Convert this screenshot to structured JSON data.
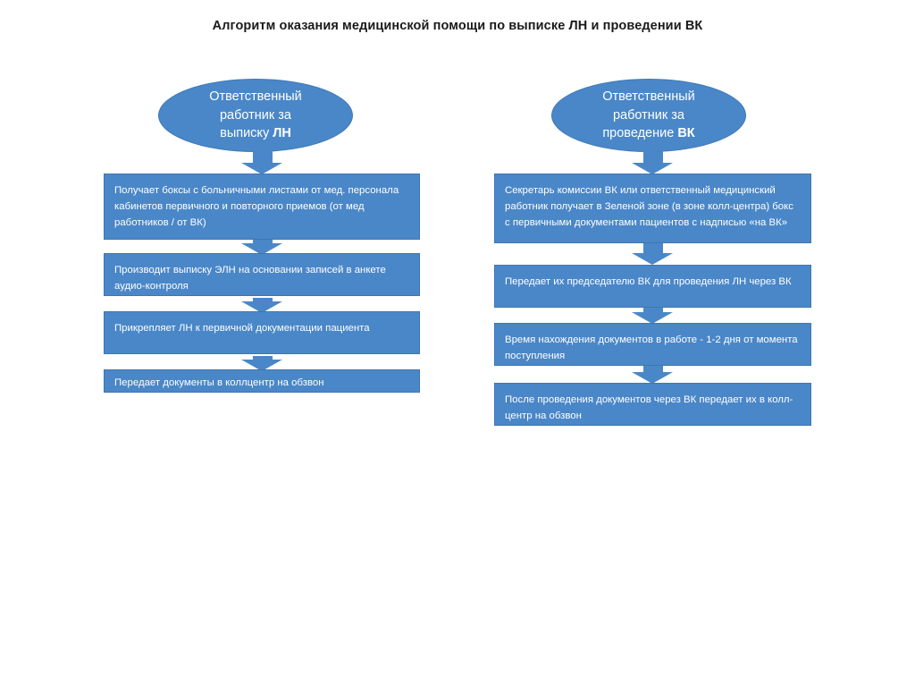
{
  "slide": {
    "title": "Алгоритм оказания медицинской помощи по выписке ЛН и проведении ВК",
    "background_color": "#FFFFFF"
  },
  "theme": {
    "node_fill": "#4A87C8",
    "node_border": "#4076B0",
    "node_text": "#FFFFFF",
    "title_text": "#1A1A1A",
    "arrow_color": "#4A87C8"
  },
  "diagram": {
    "type": "flowchart",
    "orientation": "two parallel vertical lanes",
    "lanes": [
      {
        "id": "lane-left",
        "start_node": {
          "shape": "ellipse",
          "text_plain": "Ответственный работник за выписку ЛН",
          "line1": "Ответственный",
          "line2": "работник за",
          "line3_prefix": "выписку ",
          "line3_bold": "ЛН"
        },
        "steps": [
          {
            "index": 1,
            "shape": "rectangle",
            "text": "Получает боксы с больничными листами от мед. персонала кабинетов первичного и повторного приемов (от мед работников / от ВК)"
          },
          {
            "index": 2,
            "shape": "rectangle",
            "text": "Производит выписку ЭЛН на основании записей в анкете аудио-контроля"
          },
          {
            "index": 3,
            "shape": "rectangle",
            "text": "Прикрепляет ЛН к первичной документации пациента"
          },
          {
            "index": 4,
            "shape": "rectangle",
            "text": "Передает документы в коллцентр на обзвон"
          }
        ]
      },
      {
        "id": "lane-right",
        "start_node": {
          "shape": "ellipse",
          "text_plain": "Ответственный работник за проведение ВК",
          "line1": "Ответственный",
          "line2": "работник за",
          "line3_prefix": "проведение ",
          "line3_bold": "ВК"
        },
        "steps": [
          {
            "index": 1,
            "shape": "rectangle",
            "text": "Секретарь комиссии ВК или ответственный медицинский работник получает в Зеленой зоне (в зоне колл-центра) бокс с первичными документами пациентов с надписью «на ВК»"
          },
          {
            "index": 2,
            "shape": "rectangle",
            "text": "Передает их председателю ВК для проведения ЛН через ВК"
          },
          {
            "index": 3,
            "shape": "rectangle",
            "text": "Время нахождения документов в работе - 1-2 дня от момента поступления"
          },
          {
            "index": 4,
            "shape": "rectangle",
            "text": "После проведения документов через ВК передает их в колл-центр на обзвон"
          }
        ]
      }
    ],
    "connectors": [
      {
        "id": "arrow-left-0",
        "from": "lane-left.start",
        "to": "lane-left.step-1",
        "glyph": "down-block-arrow"
      },
      {
        "id": "arrow-left-1",
        "from": "lane-left.step-1",
        "to": "lane-left.step-2",
        "glyph": "down-block-arrow"
      },
      {
        "id": "arrow-left-2",
        "from": "lane-left.step-2",
        "to": "lane-left.step-3",
        "glyph": "down-block-arrow"
      },
      {
        "id": "arrow-left-3",
        "from": "lane-left.step-3",
        "to": "lane-left.step-4",
        "glyph": "down-block-arrow"
      },
      {
        "id": "arrow-right-0",
        "from": "lane-right.start",
        "to": "lane-right.step-1",
        "glyph": "down-block-arrow"
      },
      {
        "id": "arrow-right-1",
        "from": "lane-right.step-1",
        "to": "lane-right.step-2",
        "glyph": "down-block-arrow"
      },
      {
        "id": "arrow-right-2",
        "from": "lane-right.step-2",
        "to": "lane-right.step-3",
        "glyph": "down-block-arrow"
      },
      {
        "id": "arrow-right-3",
        "from": "lane-right.step-3",
        "to": "lane-right.step-4",
        "glyph": "down-block-arrow"
      }
    ]
  }
}
